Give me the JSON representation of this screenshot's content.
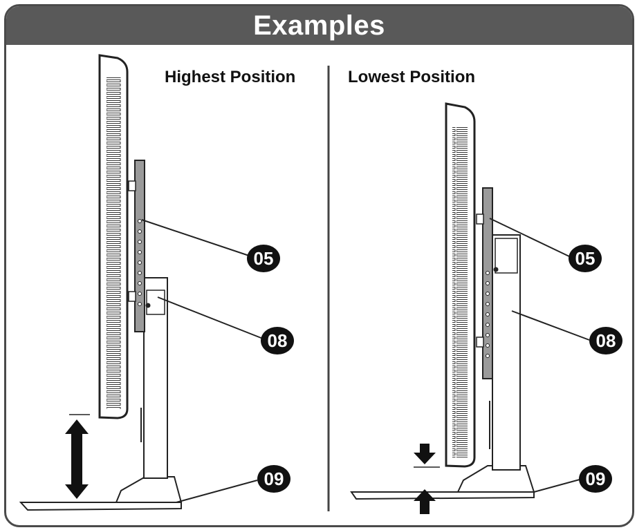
{
  "header": {
    "title": "Examples"
  },
  "panels": {
    "left": {
      "title": "Highest Position"
    },
    "right": {
      "title": "Lowest Position"
    }
  },
  "callouts": {
    "left_05": "05",
    "left_08": "08",
    "left_09": "09",
    "right_05": "05",
    "right_08": "08",
    "right_09": "09"
  }
}
